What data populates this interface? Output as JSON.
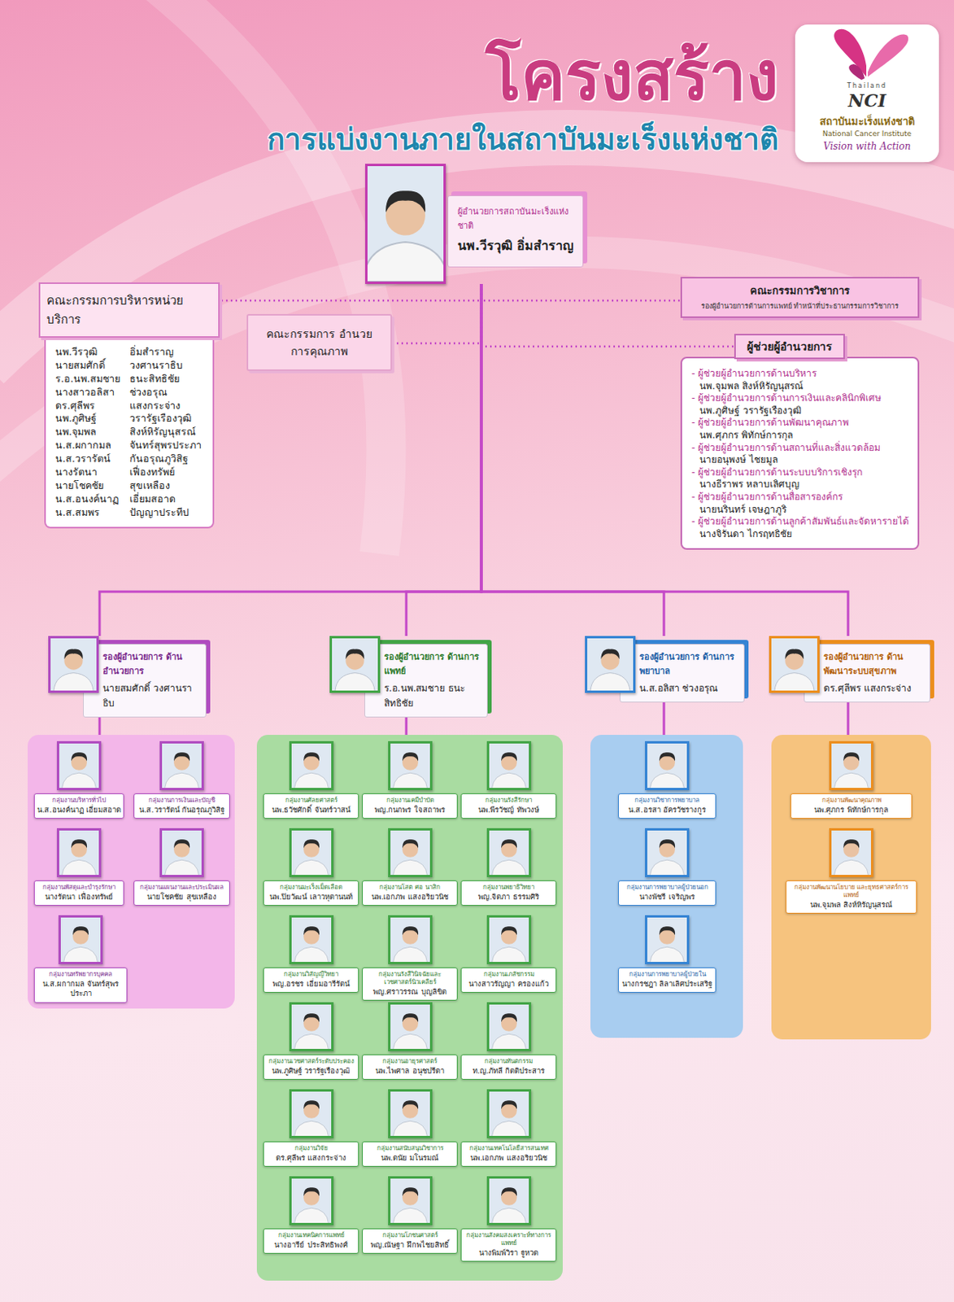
{
  "diagram": {
    "title": "โครงสร้าง",
    "nodes": [
      {
        "text": [
          "ผู้อำนวยการสถาบันมะเร็งแห่งชาติ",
          "นพ.วีรวุฒิ อิ่มสำราญ"
        ]
      },
      {
        "text": [
          "คณะกรรมการบริหารหน่วยบริการ",
          "นพ.วีรวุฒิ",
          "อิ่มสำราญ",
          "นายสมศักดิ์",
          "วงศานราธิบ",
          "ร.อ.นพ.สมชาย",
          "ธนะสิทธิชัย",
          "นางสาวอลิสา",
          "ช่วงอรุณ",
          "ดร.ศุลีพร",
          "แสงกระจ่าง",
          "นพ.ภูศิษฐ์",
          "วรารัฐเรืองวุฒิ",
          "นพ.จุมพล",
          "สิงห์หิรัญนุสรณ์",
          "น.ส.ผกากมล",
          "จันทร์สุพรประภา",
          "น.ส.วรารัตน์",
          "กันอรุณภูวิสิฐ",
          "นางรัตนา",
          "เฟื่องทรัพย์",
          "นายโชคชัย",
          "สุขเหลือง",
          "น.ส.อนงค์นาฏ",
          "เอี่ยมสอาด",
          "น.ส.สมพร",
          "ปัญญาประทีป"
        ]
      },
      {
        "text": [
          "คณะกรรมการ อำนวยการคุณภาพ"
        ]
      },
      {
        "text": [
          "คณะกรรมการวิชาการ",
          "รองผู้อำนวยการด้านการแพทย์ ทำหน้าที่ประธานกรรมการวิชาการ"
        ]
      },
      {
        "text": [
          "ผู้ช่วยผู้อำนวยการ",
          "- ผู้ช่วยผู้อำนวยการด้านบริหาร",
          "นพ.จุมพล สิงห์หิรัญนุสรณ์",
          "- ผู้ช่วยผู้อำนวยการด้านการเงินและคลินิกพิเศษ",
          "นพ.ภูศิษฐ์ วรารัฐเรืองวุฒิ",
          "- ผู้ช่วยผู้อำนวยการด้านพัฒนาคุณภาพ",
          "นพ.ศุภกร พิทักษ์การกุล",
          "- ผู้ช่วยผู้อำนวยการด้านสถานที่และสิ่งแวดล้อม",
          "นายอนุพงษ์ ไชยมูล",
          "- ผู้ช่วยผู้อำนวยการด้านระบบบริการเชิงรุก",
          "นางธีราพร หลาบเลิศบุญ",
          "- ผู้ช่วยผู้อำนวยการด้านสื่อสารองค์กร",
          "นายนรินทร์ เจษฎาภูริ",
          "- ผู้ช่วยผู้อำนวยการด้านลูกค้าสัมพันธ์และจัดหารายได้",
          "นางจิรันดา ไกรฤทธิชัย"
        ]
      },
      {
        "text": [
          "รองผู้อำนวยการ ด้านอำนวยการ",
          "นายสมศักดิ์ วงศานราธิบ"
        ]
      },
      {
        "text": [
          "รองผู้อำนวยการ ด้านการแพทย์",
          "ร.อ.นพ.สมชาย ธนะสิทธิชัย"
        ]
      },
      {
        "text": [
          "รองผู้อำนวยการ ด้านการพยาบาล",
          "น.ส.อลิสา ช่วงอรุณ"
        ]
      },
      {
        "text": [
          "รองผู้อำนวยการ ด้านพัฒนาระบบสุขภาพ",
          "ดร.ศุลีพร แสงกระจ่าง"
        ]
      },
      {
        "text": []
      },
      {
        "text": [
          "กลุ่มงานบริหารทั่วไป",
          "น.ส.อนงค์นาฏ เอี่ยมสอาด"
        ],
        "in": 9
      },
      {
        "text": [
          "กลุ่มงานการเงินและบัญชี",
          "น.ส.วรารัตน์ กันอรุณภูวิสิฐ"
        ],
        "in": 9
      },
      {
        "text": [
          "กลุ่มงานพัสดุและบำรุงรักษา",
          "นางรัตนา เฟื่องทรัพย์"
        ],
        "in": 9
      },
      {
        "text": [
          "กลุ่มงานแผนงานและประเมินผล",
          "นายโชคชัย สุขเหลือง"
        ],
        "in": 9
      },
      {
        "text": [
          "กลุ่มงานทรัพยากรบุคคล",
          "น.ส.ผกากมล จันทร์สุพรประภา"
        ],
        "in": 9
      },
      {
        "text": []
      },
      {
        "text": [
          "กลุ่มงานศัลยศาสตร์",
          "นพ.ธวัชศักดิ์ จันทร์วาสน์"
        ],
        "in": 15
      },
      {
        "text": [
          "กลุ่มงานเคมีบำบัด",
          "พญ.กนกพร ใจสถาพร"
        ],
        "in": 15
      },
      {
        "text": [
          "กลุ่มงานรังสีรักษา",
          "นพ.พีรวัชญ์ ทัพวงษ์"
        ],
        "in": 15
      },
      {
        "text": [
          "กลุ่มงานมะเร็งเม็ดเลือด",
          "นพ.ปิยวัฒน์ เลาวหุตานนท์"
        ],
        "in": 15
      },
      {
        "text": [
          "กลุ่มงานโสต ศอ นาสิก",
          "นพ.เอกภพ แสงอริยวนิช"
        ],
        "in": 15
      },
      {
        "text": [
          "กลุ่มงานพยาธิวิทยา",
          "พญ.จิตภา ธรรมศิริ"
        ],
        "in": 15
      },
      {
        "text": [
          "กลุ่มงานวิสัญญีวิทยา",
          "พญ.อรชร เอี่ยมอารีรัตน์"
        ],
        "in": 15
      },
      {
        "text": [
          "กลุ่มงานรังสีวินิจฉัยและเวชศาสตร์นิวเคลียร์",
          "พญ.ศราวรรณ บุญลิขิต"
        ],
        "in": 15
      },
      {
        "text": [
          "กลุ่มงานเภสัชกรรม",
          "นางสาวรัญญา ครองแก้ว"
        ],
        "in": 15
      },
      {
        "text": [
          "กลุ่มงานเวชศาสตร์ระดับประคอง",
          "นพ.ภูศิษฐ์ วรารัฐเรืองวุฒิ"
        ],
        "in": 15
      },
      {
        "text": [
          "กลุ่มงานอายุรศาสตร์",
          "นพ.ไพศาล อนุชปรีดา"
        ],
        "in": 15
      },
      {
        "text": [
          "กลุ่มงานทันตกรรม",
          "ท.ญ.ภัทลี กิตติประสาร"
        ],
        "in": 15
      },
      {
        "text": [
          "กลุ่มงานวิจัย",
          "ดร.ศุลีพร แสงกระจ่าง"
        ],
        "in": 15
      },
      {
        "text": [
          "กลุ่มงานสนับสนุนวิชาการ",
          "นพ.ดนัย มโนรมณ์"
        ],
        "in": 15
      },
      {
        "text": [
          "กลุ่มงานเทคโนโลยีสารสนเทศ",
          "นพ.เอกภพ แสงอริยวนิช"
        ],
        "in": 15
      },
      {
        "text": [
          "กลุ่มงานเทคนิคการแพทย์",
          "นางอารีย์ ประสิทธิพงศ์"
        ],
        "in": 15
      },
      {
        "text": [
          "กลุ่มงานโภชนศาสตร์",
          "พญ.ณัษฐา ฝึกพไชยสิทธิ์"
        ],
        "in": 15
      },
      {
        "text": [
          "กลุ่มงานสังคมสงเคราะห์ทางการแพทย์",
          "นางพิมพ์วิรา ฐูหวด"
        ],
        "in": 15
      },
      {
        "text": []
      },
      {
        "text": [
          "กลุ่มงานวิชาการพยาบาล",
          "น.ส.อรสา อัครวัชรางกูร"
        ],
        "in": 34
      },
      {
        "text": [
          "กลุ่มงานการพยาบาลผู้ป่วยนอก",
          "นางพัชรี เจริญพร"
        ],
        "in": 34
      },
      {
        "text": [
          "กลุ่มงานการพยาบาลผู้ป่วยใน",
          "นางกรชฎา ลิลาเลิศประเสริฐ"
        ],
        "in": 34
      },
      {
        "text": []
      },
      {
        "text": [
          "กลุ่มงานพัฒนาคุณภาพ",
          "นพ.ศุภกร พิทักษ์การกุล"
        ],
        "in": 38
      },
      {
        "text": [
          "กลุ่มงานพัฒนานโยบาย และยุทธศาสตร์การแพทย์",
          "นพ.จุมพล สิงห์หิรัญนุสรณ์"
        ],
        "in": 38
      }
    ],
    "edges": [
      {
        "from": 0,
        "to": 1,
        "arrow": "none"
      },
      {
        "from": 0,
        "to": 2,
        "arrow": "none"
      },
      {
        "from": 0,
        "to": 3,
        "arrow": "none"
      },
      {
        "from": 0,
        "to": 4,
        "arrow": "none"
      },
      {
        "from": 0,
        "to": 5,
        "arrow": "none"
      },
      {
        "from": 0,
        "to": 6,
        "arrow": "none"
      },
      {
        "from": 0,
        "to": 7,
        "arrow": "none"
      },
      {
        "from": 0,
        "to": 8,
        "arrow": "none"
      },
      {
        "from": 5,
        "to": 9,
        "arrow": "none"
      },
      {
        "from": 6,
        "to": 15,
        "arrow": "none"
      },
      {
        "from": 7,
        "to": 34,
        "arrow": "none"
      },
      {
        "from": 8,
        "to": 38,
        "arrow": "none"
      }
    ],
    "labels": [
      "การแบ่งงานภายในสถาบันมะเร็งแห่งชาติ",
      "Thailand",
      "NCI",
      "สถาบันมะเร็งแห่งชาติ",
      "National Cancer Institute",
      "Vision with Action"
    ]
  }
}
